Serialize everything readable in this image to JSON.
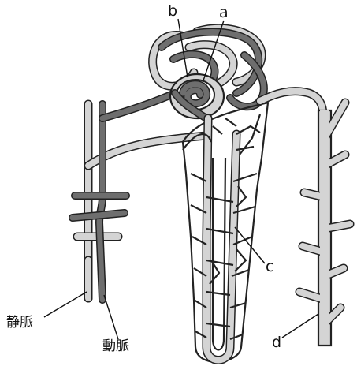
{
  "labels": {
    "a": "a",
    "b": "b",
    "c": "c",
    "d": "d",
    "vein": "静脈",
    "artery": "動脈"
  },
  "colors": {
    "dark_vessel": "#6e6e6e",
    "light_vessel": "#d4d4d4",
    "outline": "#222222",
    "background": "#ffffff"
  }
}
